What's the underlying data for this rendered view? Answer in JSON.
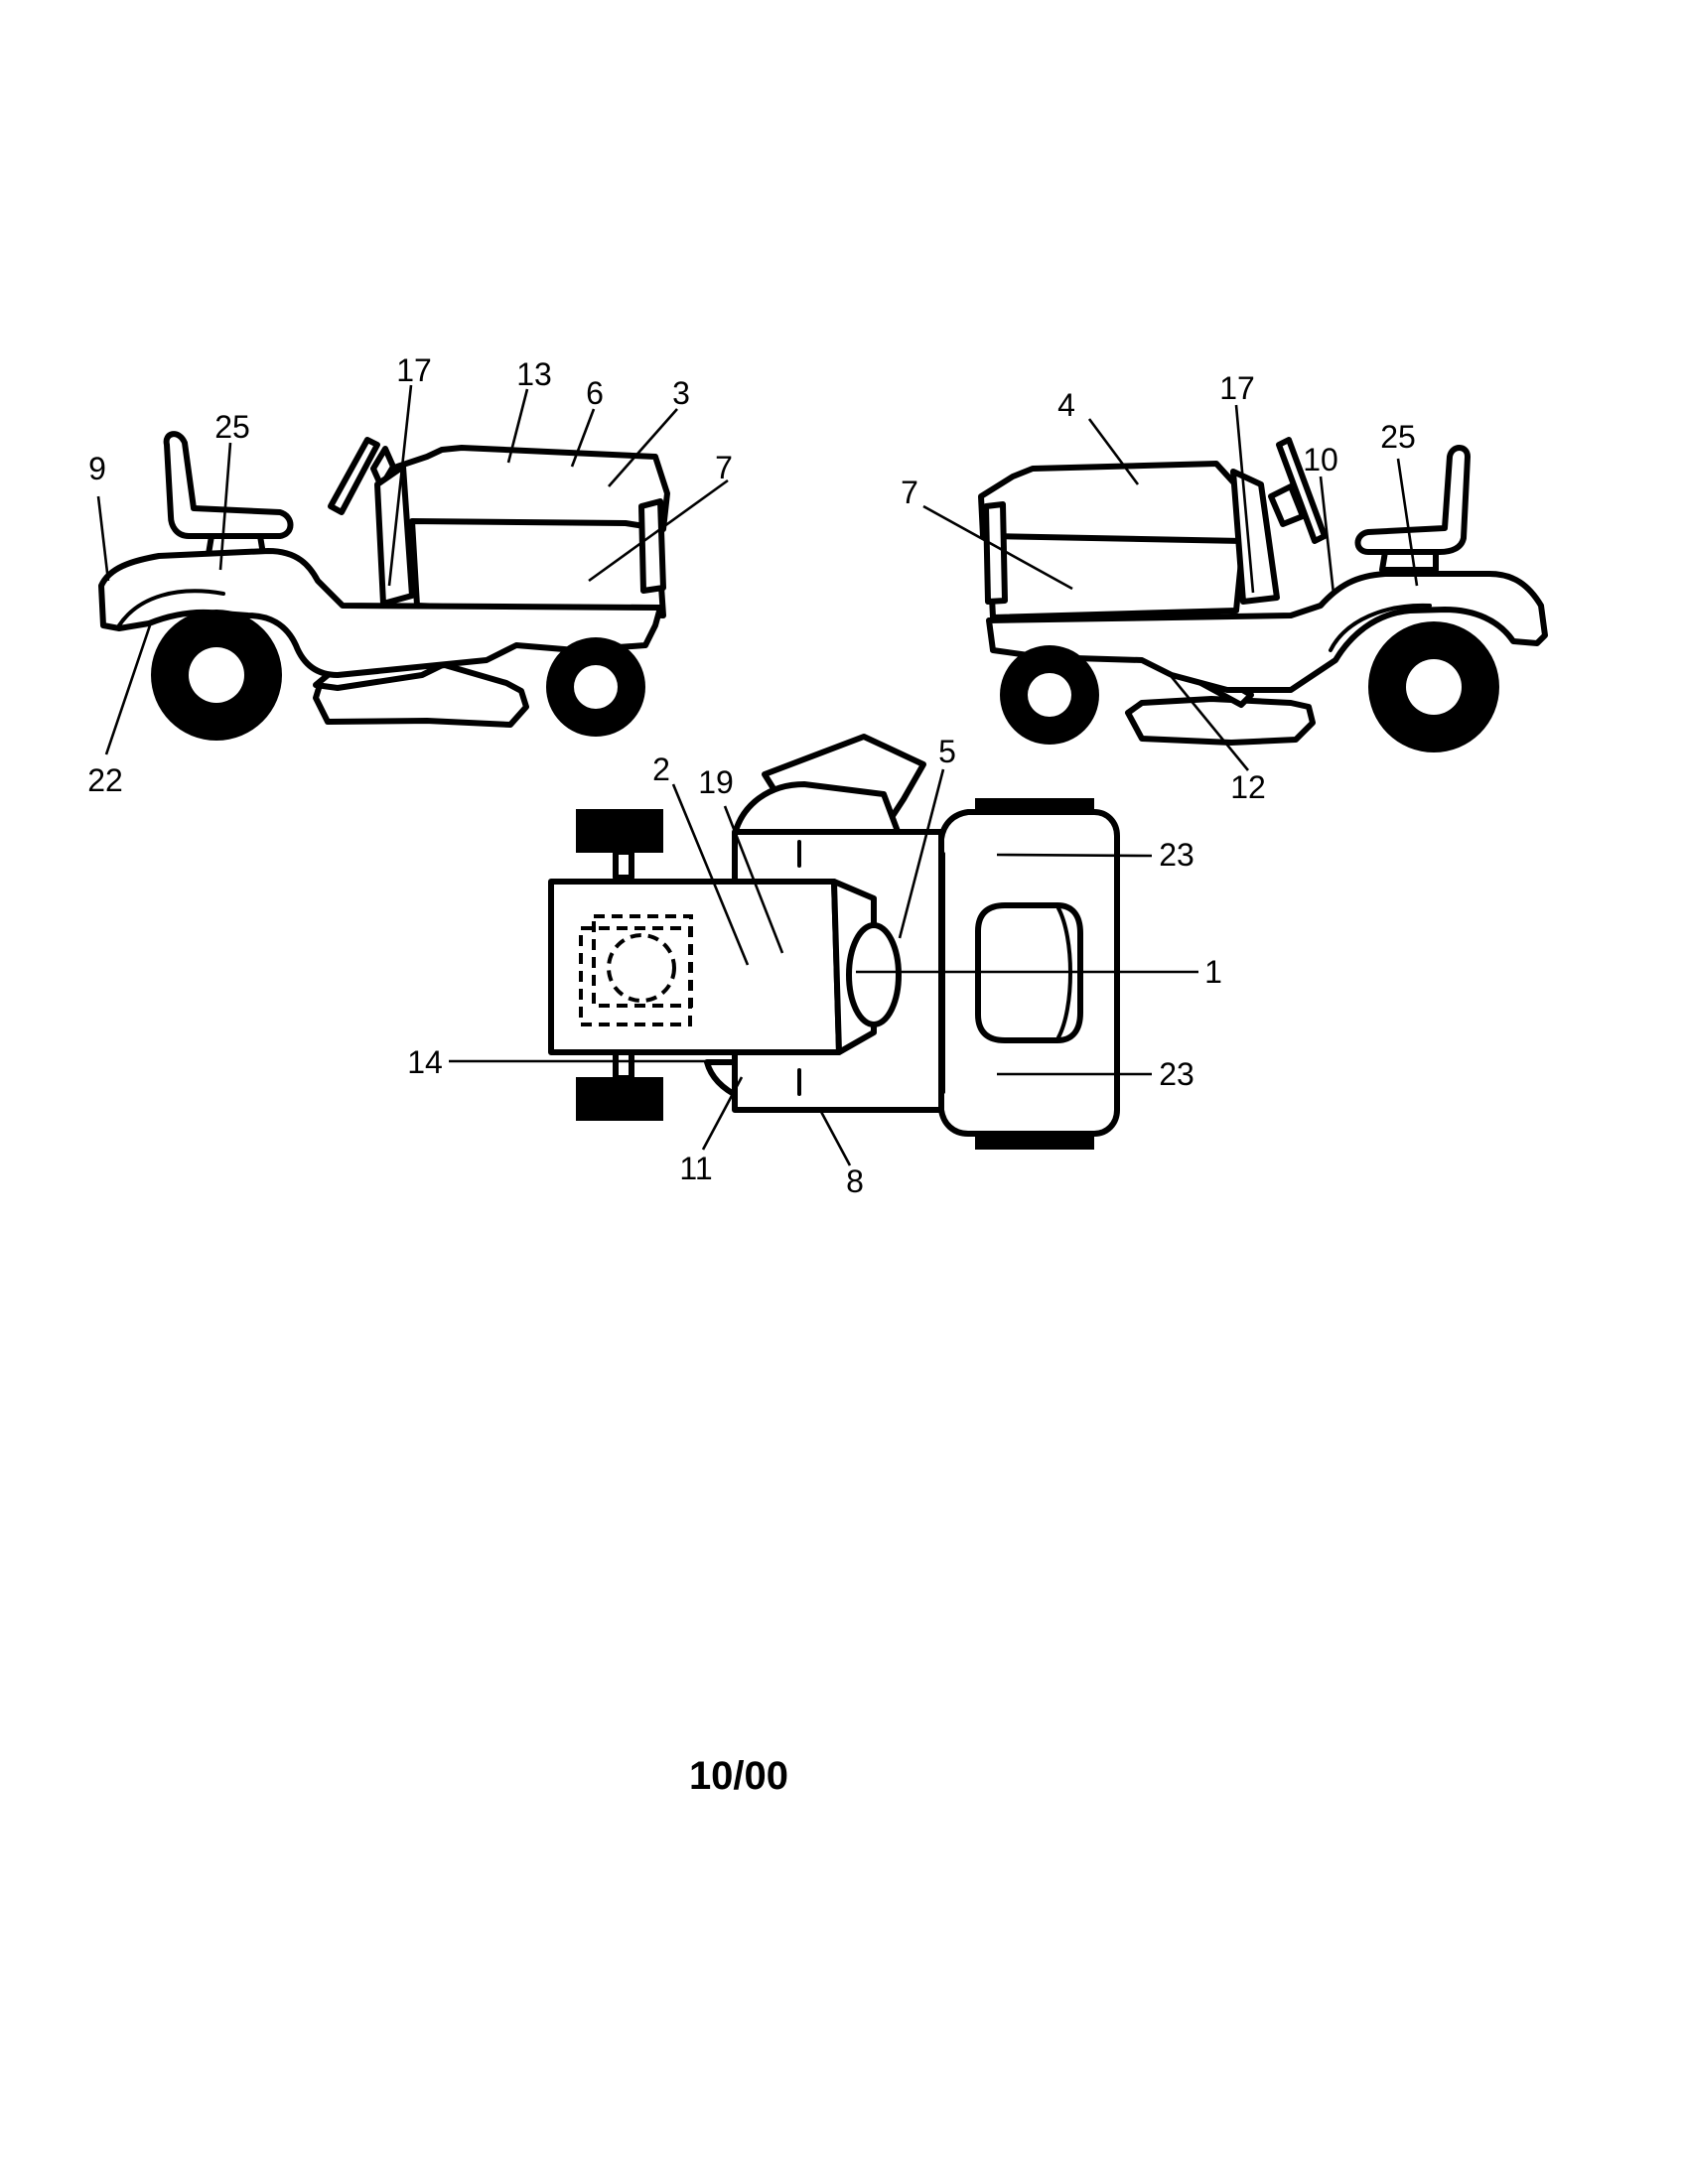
{
  "callouts": {
    "left_view": [
      "17",
      "13",
      "6",
      "3",
      "25",
      "9",
      "7",
      "22"
    ],
    "right_view": [
      "4",
      "17",
      "10",
      "25",
      "7",
      "12"
    ],
    "top_view": [
      "2",
      "19",
      "5",
      "23",
      "1",
      "14",
      "23",
      "11",
      "8"
    ]
  },
  "footer": {
    "date": "10/00"
  },
  "colors": {
    "ink": "#000000",
    "paper": "#ffffff"
  }
}
